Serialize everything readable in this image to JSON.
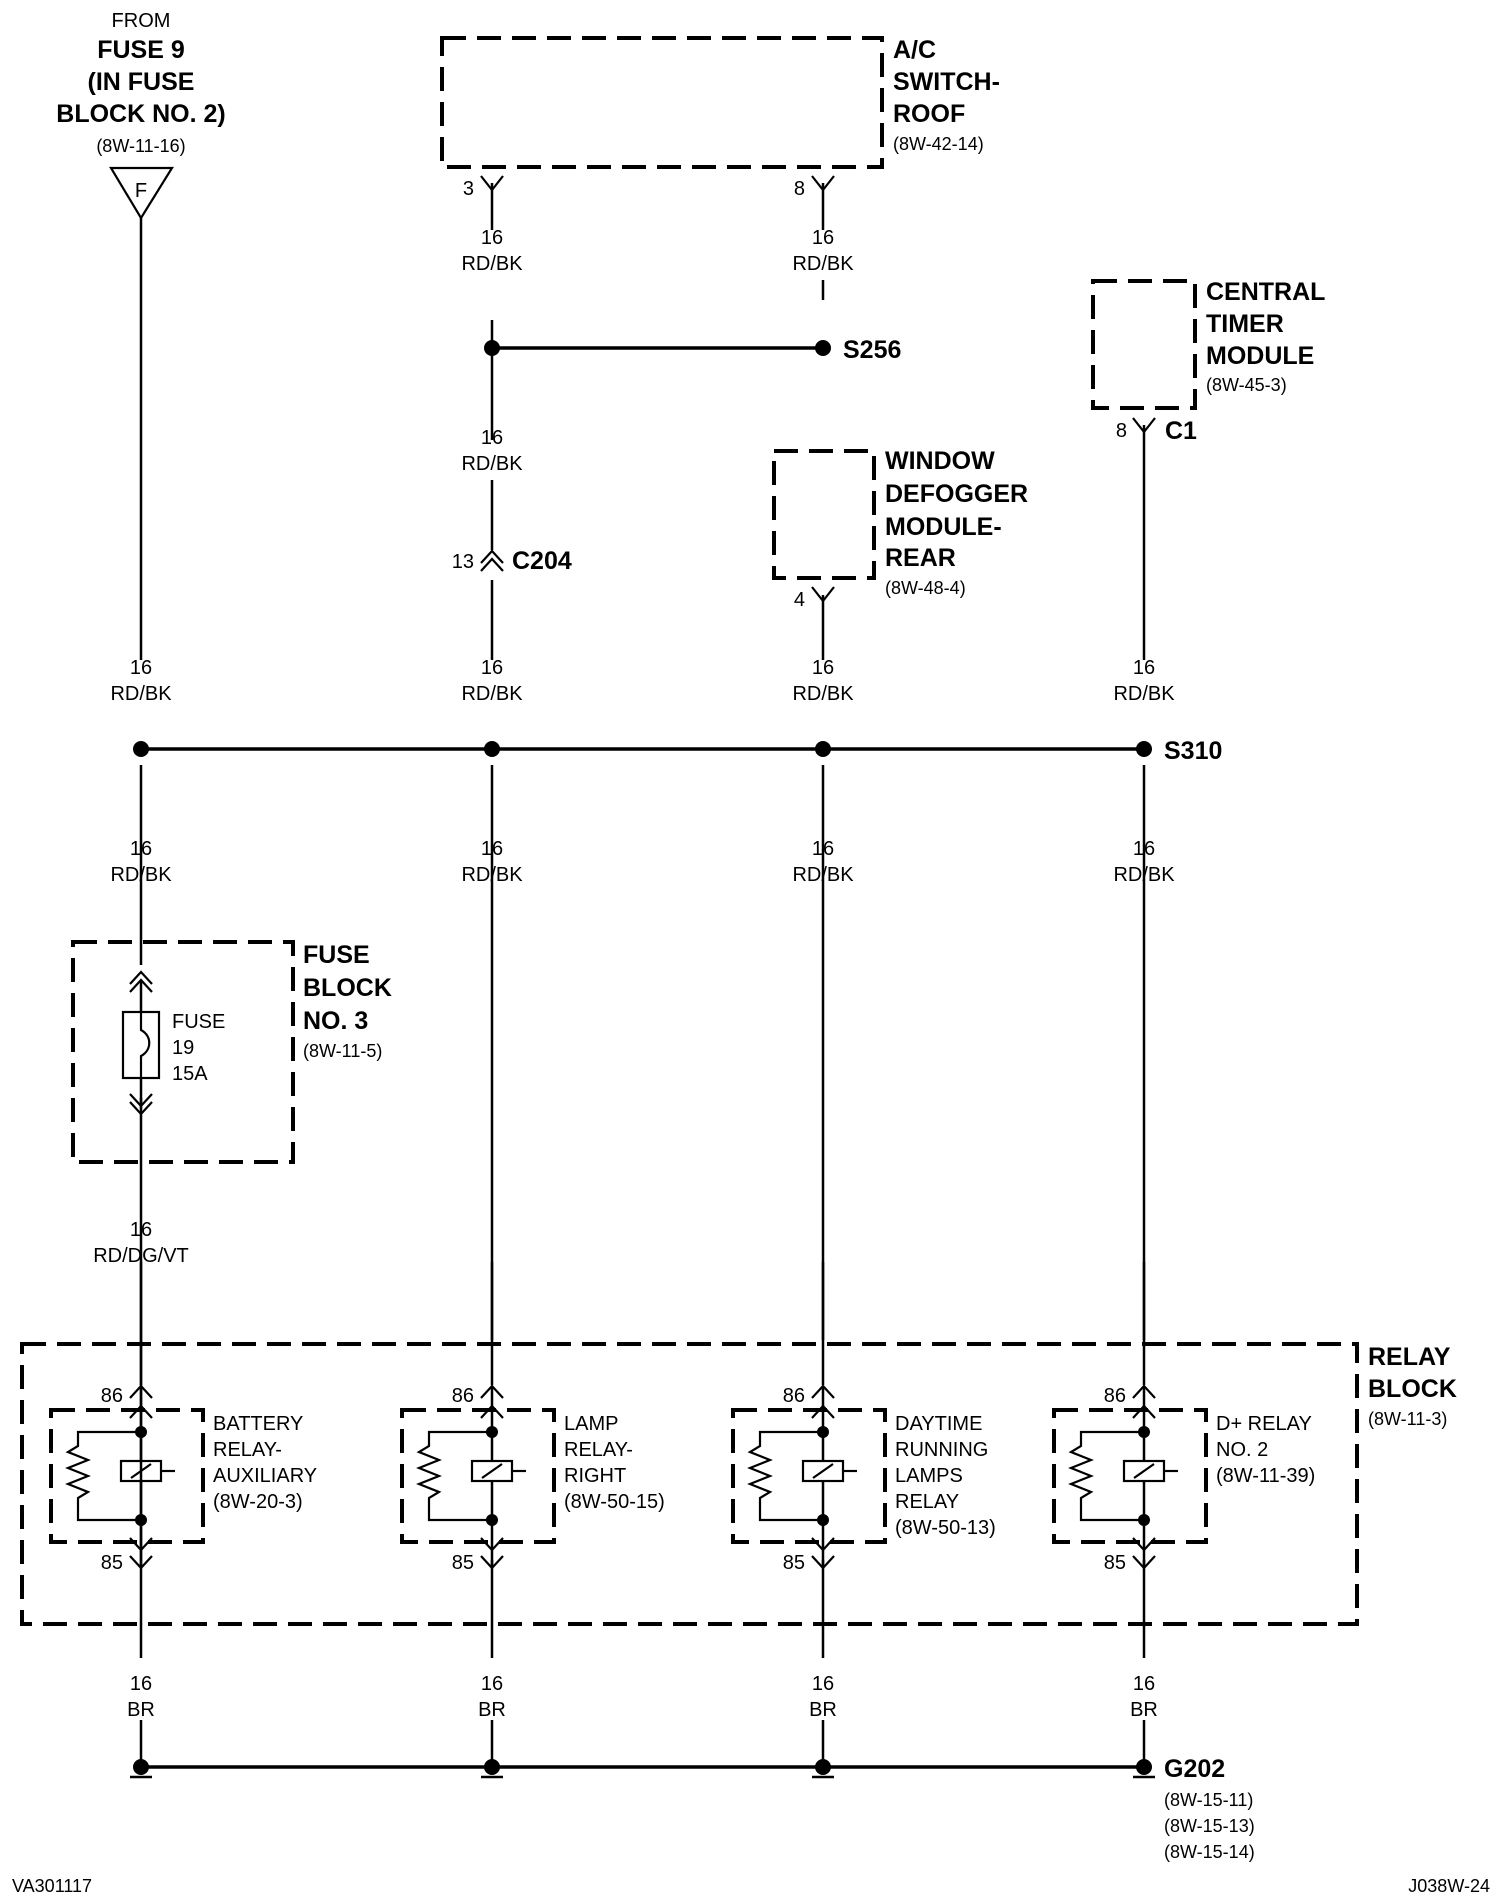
{
  "fuse_source": {
    "from": "FROM",
    "fuse": "FUSE 9",
    "in_fuse": "(IN FUSE",
    "block": "BLOCK NO. 2)",
    "ref": "(8W-11-16)",
    "connector_letter": "F"
  },
  "ac_switch": {
    "line1": "A/C",
    "line2": "SWITCH-",
    "line3": "ROOF",
    "ref": "(8W-42-14)",
    "pin_left": "3",
    "pin_right": "8"
  },
  "central_timer": {
    "line1": "CENTRAL",
    "line2": "TIMER",
    "line3": "MODULE",
    "ref": "(8W-45-3)",
    "pin": "8",
    "connector": "C1"
  },
  "window_defogger": {
    "line1": "WINDOW",
    "line2": "DEFOGGER",
    "line3": "MODULE-",
    "line4": "REAR",
    "ref": "(8W-48-4)",
    "pin": "4"
  },
  "splices": {
    "s256": "S256",
    "s310": "S310"
  },
  "connector_c204": {
    "pin": "13",
    "name": "C204"
  },
  "wire_labels": {
    "gauge": "16",
    "rdbk": "RD/BK",
    "rddgvt": "RD/DG/VT",
    "br": "BR"
  },
  "fuse_block3": {
    "line1": "FUSE",
    "line2": "BLOCK",
    "line3": "NO. 3",
    "ref": "(8W-11-5)",
    "fuse_label": "FUSE",
    "fuse_number": "19",
    "fuse_rating": "15A"
  },
  "relay_block": {
    "line1": "RELAY",
    "line2": "BLOCK",
    "ref": "(8W-11-3)",
    "pin_top": "86",
    "pin_bottom": "85"
  },
  "relays": [
    {
      "lines": [
        "BATTERY",
        "RELAY-",
        "AUXILIARY",
        "(8W-20-3)"
      ]
    },
    {
      "lines": [
        "LAMP",
        "RELAY-",
        "RIGHT",
        "(8W-50-15)"
      ]
    },
    {
      "lines": [
        "DAYTIME",
        "RUNNING",
        "LAMPS",
        "RELAY",
        "(8W-50-13)"
      ]
    },
    {
      "lines": [
        "D+ RELAY",
        "NO. 2",
        "(8W-11-39)"
      ]
    }
  ],
  "ground": {
    "name": "G202",
    "refs": [
      "(8W-15-11)",
      "(8W-15-13)",
      "(8W-15-14)"
    ]
  },
  "footer": {
    "left_id": "VA301117",
    "right_id": "J038W-24"
  }
}
